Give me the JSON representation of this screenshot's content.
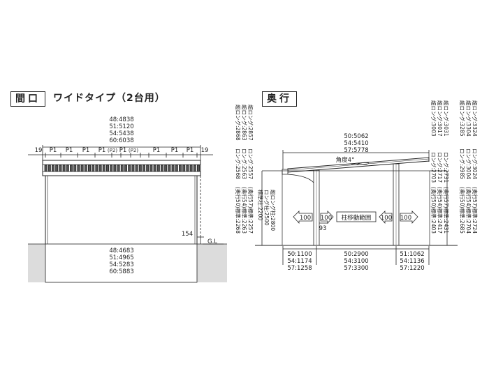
{
  "front": {
    "header": "間口",
    "title": "ワイドタイプ（2台用）",
    "top_dims": [
      "48:4838",
      "51:5120",
      "54:5438",
      "60:6038"
    ],
    "edge_left": "19",
    "edge_right": "19",
    "panels": [
      "P1",
      "P1",
      "P1",
      "P1",
      "(P2)",
      "P1",
      "(P2)",
      "P1",
      "P1",
      "P1"
    ],
    "gl_height": "154",
    "gl_label": "G.L",
    "bottom_dims": [
      "48:4683",
      "51:4965",
      "54:5283",
      "60:5883"
    ]
  },
  "side": {
    "header": "奥行",
    "top_dims": [
      "50:5062",
      "54:5410",
      "57:5778"
    ],
    "angle": "角度4°",
    "range_label": "柱移動範囲",
    "offset_left": "100",
    "offset_mid_left": "100",
    "offset_mid_right": "100",
    "offset_right": "100",
    "dim_93": "93",
    "bottom_left": [
      "50:1100",
      "54:1174",
      "57:1258"
    ],
    "bottom_mid": [
      "50:2900",
      "54:3100",
      "57:3300"
    ],
    "bottom_right": [
      "51:1062",
      "54:1136",
      "57:1220"
    ],
    "left_cols": [
      [
        "超ロング:2868",
        "超ロング:2863",
        "超ロング:2857"
      ],
      [
        "ロング:2568",
        "ロング:2563",
        "ロング:2557"
      ],
      [
        "(奥行50)標準:2268",
        "(奥行54)標準:2263",
        "(奥行57)標準:2257"
      ],
      [
        "標準柱:2200",
        "ロング柱:2500",
        "超ロング柱:2800"
      ]
    ],
    "right_cols_upper": [
      [
        "超ロング:3003",
        "超ロング:3017",
        "超ロング:3031"
      ],
      [
        "ロング:2703",
        "ロング:2717",
        "ロング:2731"
      ],
      [
        "(奥行50)標準:2403",
        "(奥行54)標準:2417",
        "(奥行57)標準:2431"
      ]
    ],
    "right_cols_lower": [
      [
        "超ロング:3285",
        "超ロング:3304",
        "超ロング:3324"
      ],
      [
        "ロング:2985",
        "ロング:3004",
        "ロング:3024"
      ],
      [
        "(奥行50)標準:2685",
        "(奥行54)標準:2704",
        "(奥行57)標準:2724"
      ]
    ]
  }
}
